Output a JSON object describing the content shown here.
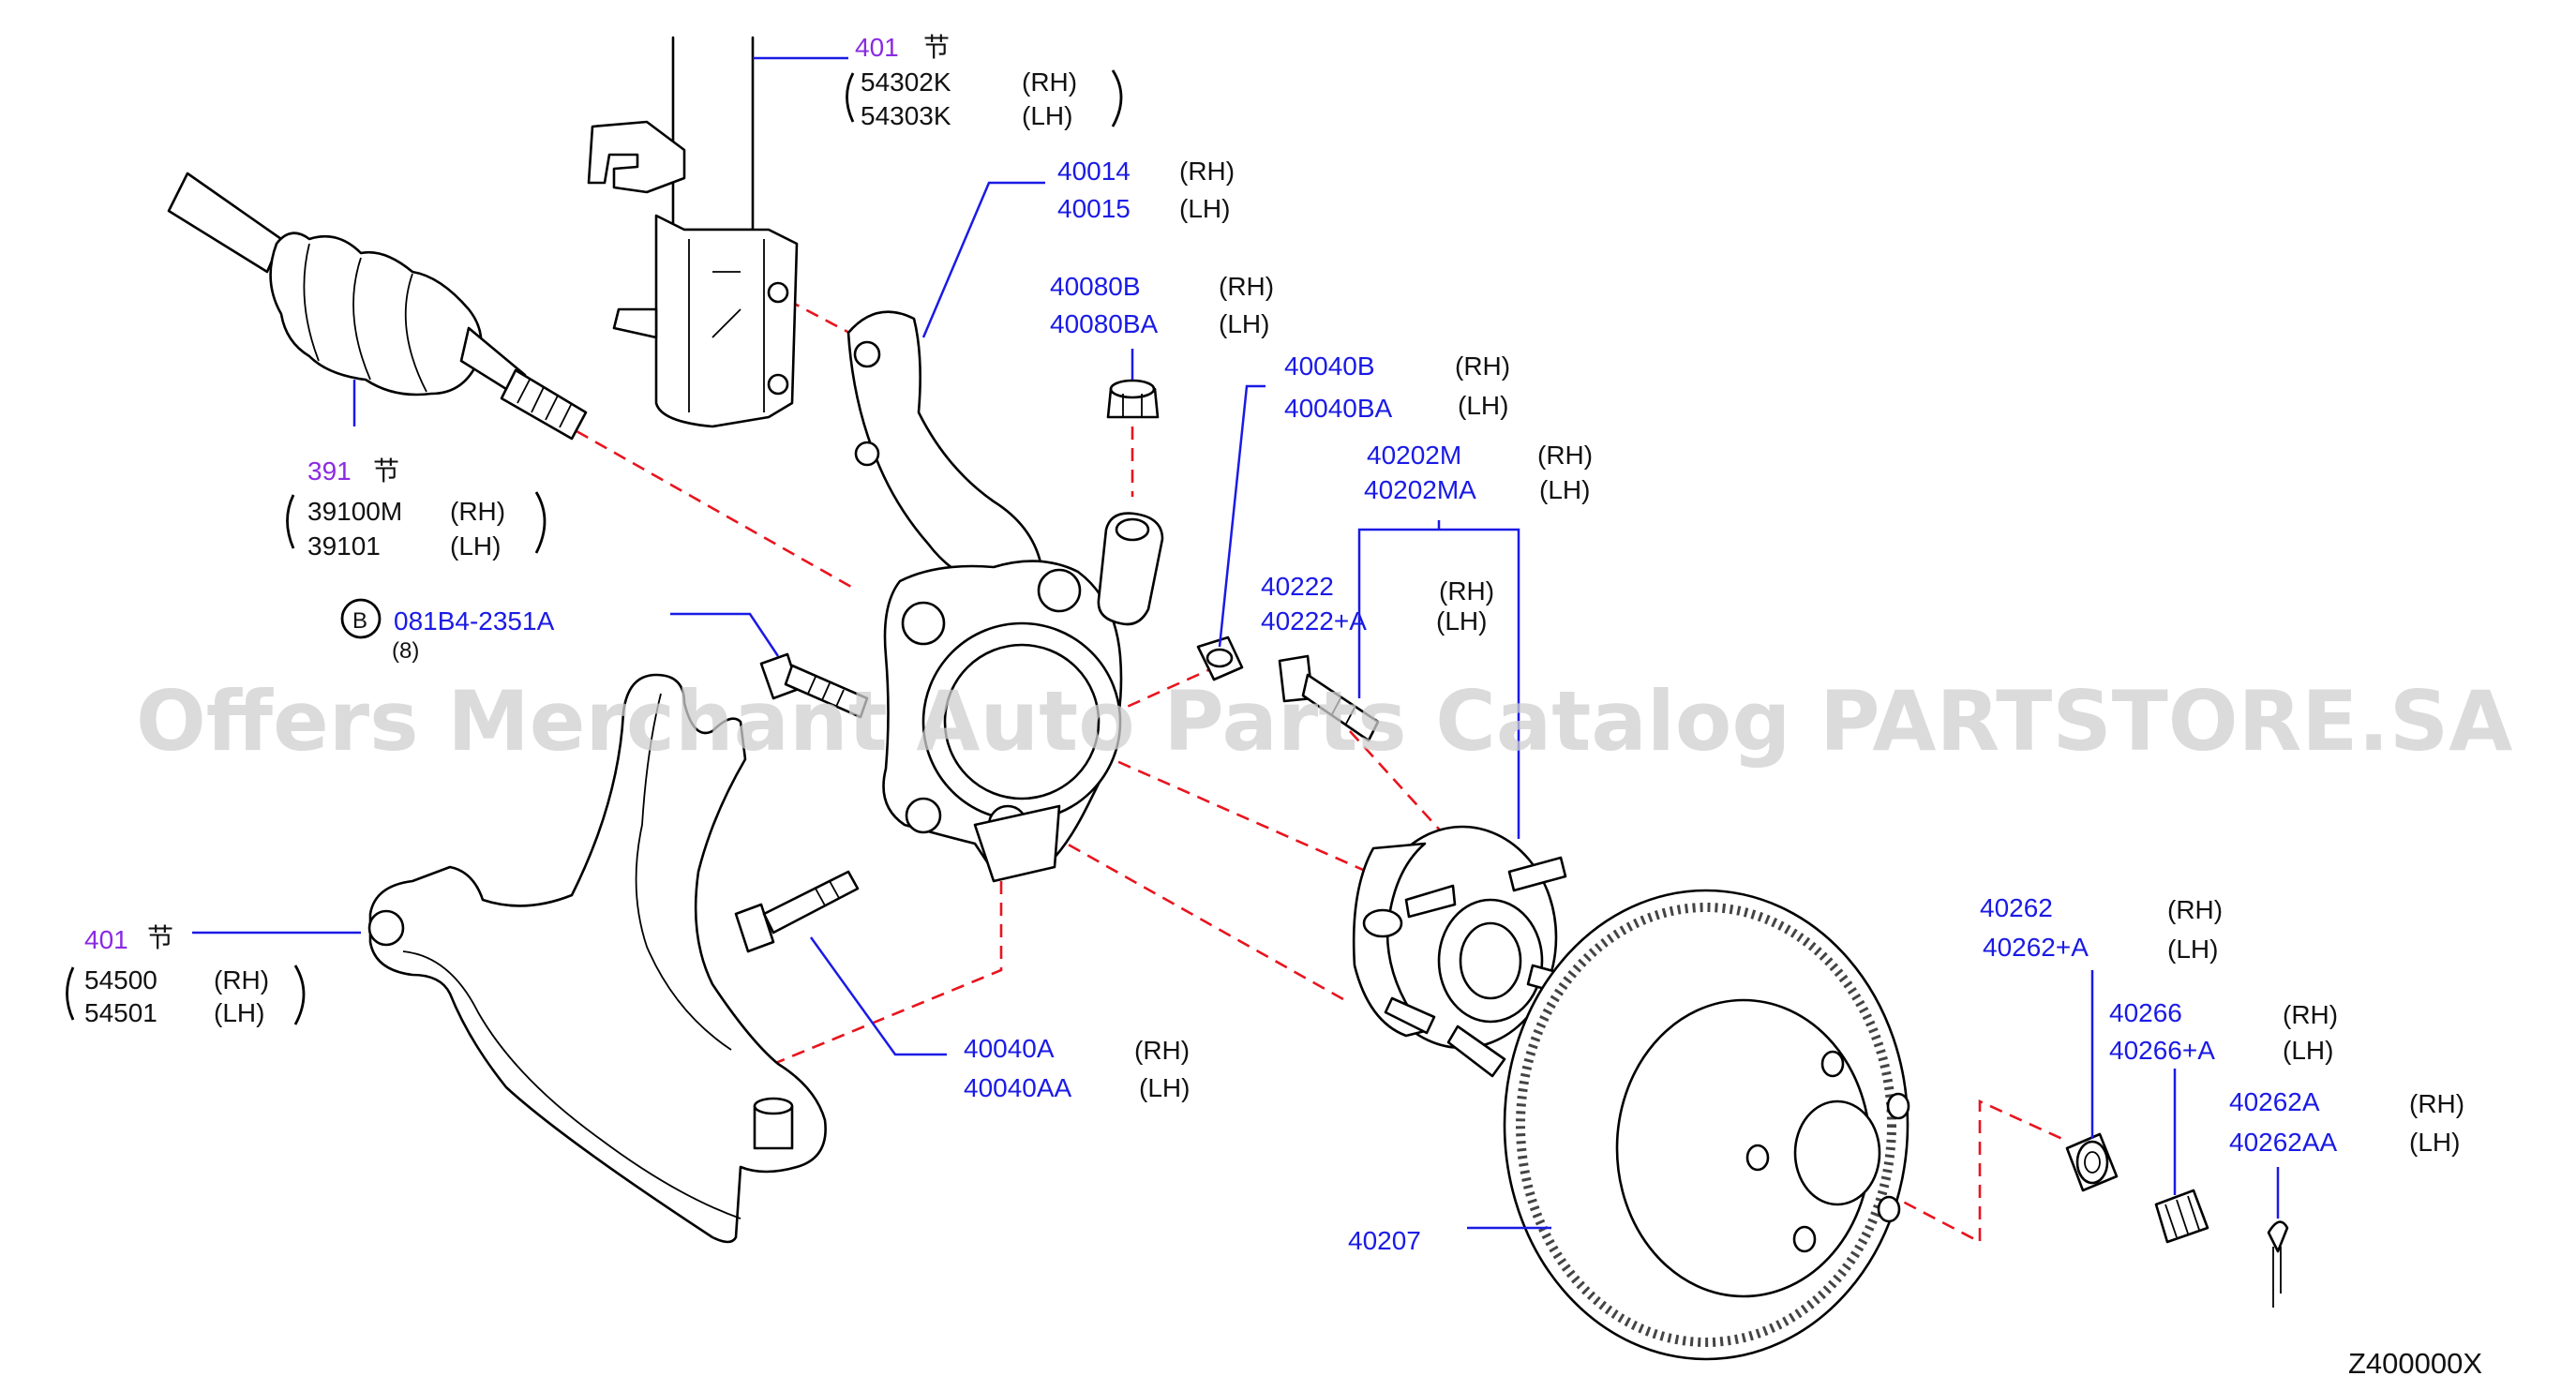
{
  "watermark": "Offers Merchant Auto Parts Catalog PARTSTORE.SA",
  "diagram_code": "Z400000X",
  "colors": {
    "label_blue": "#1a1ae6",
    "section_purple": "#8a2be2",
    "dash_red": "#e8141e",
    "watermark_gray": "#cfcfcf"
  },
  "callouts": {
    "strut": {
      "section": "401",
      "section_char": "节",
      "rh": "54302K",
      "lh": "54303K",
      "rh_tag": "(RH)",
      "lh_tag": "(LH)"
    },
    "knuckle": {
      "rh": "40014",
      "lh": "40015",
      "rh_tag": "(RH)",
      "lh_tag": "(LH)"
    },
    "knuckle_nut": {
      "rh": "40080B",
      "lh": "40080BA",
      "rh_tag": "(RH)",
      "lh_tag": "(LH)"
    },
    "upper_bolt": {
      "rh": "40040B",
      "lh": "40040BA",
      "rh_tag": "(RH)",
      "lh_tag": "(LH)"
    },
    "hub": {
      "rh": "40202M",
      "lh": "40202MA",
      "rh_tag": "(RH)",
      "lh_tag": "(LH)"
    },
    "hub_bolt": {
      "rh": "40222",
      "lh": "40222+A",
      "rh_tag": "(RH)",
      "lh_tag": "(LH)"
    },
    "driveshaft": {
      "section": "391",
      "section_char": "节",
      "rh": "39100M",
      "lh": "39101",
      "rh_tag": "(RH)",
      "lh_tag": "(LH)"
    },
    "bolt_b": {
      "circle": "B",
      "code": "081B4-2351A",
      "qty": "(8)"
    },
    "lower_arm": {
      "section": "401",
      "section_char": "节",
      "rh": "54500",
      "lh": "54501",
      "rh_tag": "(RH)",
      "lh_tag": "(LH)"
    },
    "lower_bolt": {
      "rh": "40040A",
      "lh": "40040AA",
      "rh_tag": "(RH)",
      "lh_tag": "(LH)"
    },
    "rotor": {
      "code": "40207"
    },
    "axle_nut": {
      "rh": "40262",
      "lh": "40262+A",
      "rh_tag": "(RH)",
      "lh_tag": "(LH)"
    },
    "nut_cap": {
      "rh": "40266",
      "lh": "40266+A",
      "rh_tag": "(RH)",
      "lh_tag": "(LH)"
    },
    "cotter_pin": {
      "rh": "40262A",
      "lh": "40262AA",
      "rh_tag": "(RH)",
      "lh_tag": "(LH)"
    }
  }
}
